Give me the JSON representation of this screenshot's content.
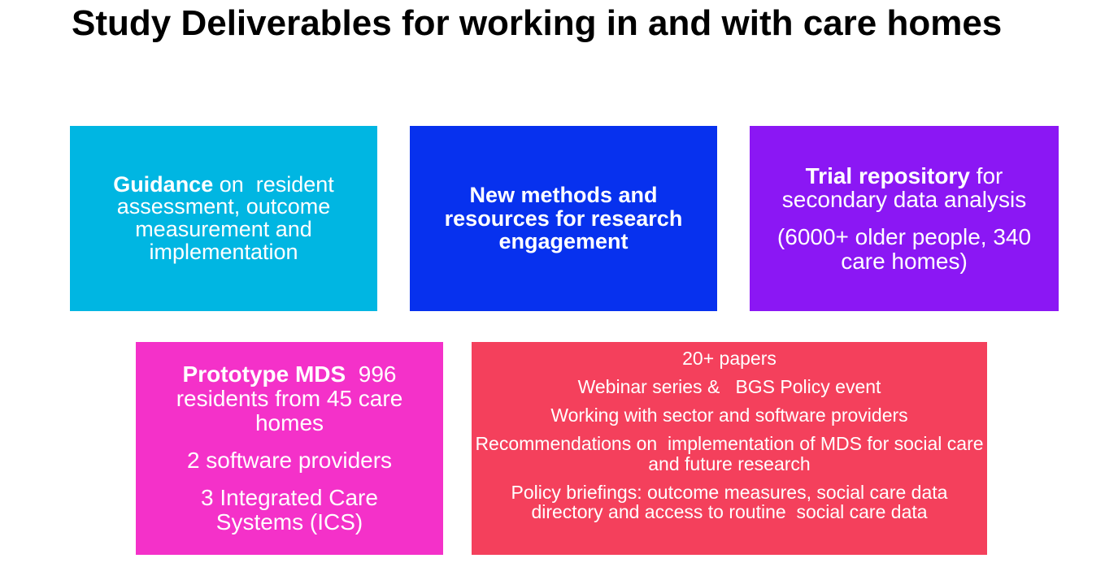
{
  "slide": {
    "title": "Study Deliverables for working in and with care homes",
    "background": "#FFFFFF",
    "title_color": "#000000"
  },
  "palette": {
    "cyan_card": "#00B6E2",
    "blue_card": "#0731EE",
    "purple_card": "#8B17F4",
    "magenta_card": "#F431C9",
    "red_card": "#F4405C",
    "card_text": "#FFFFFF"
  },
  "cards": {
    "guidance": {
      "bold": "Guidance",
      "text": " on  resident assessment, outcome measurement and implementation"
    },
    "methods": {
      "text": "New methods and resources for research engagement"
    },
    "repository": {
      "bold": "Trial repository",
      "text": " for secondary data analysis",
      "subtext": "(6000+ older people, 340 care homes)"
    },
    "prototype": {
      "bold": "Prototype MDS",
      "text": "  996 residents from 45 care homes",
      "line2": "2 software providers",
      "line3": "3 Integrated Care Systems (ICS)"
    },
    "outputs": {
      "lines": [
        "20+ papers",
        "Webinar series &   BGS Policy event",
        "Working with sector and software providers",
        "Recommendations on  implementation of MDS for social care and future research",
        "Policy briefings: outcome measures, social care data directory and access to routine  social care data"
      ]
    }
  }
}
